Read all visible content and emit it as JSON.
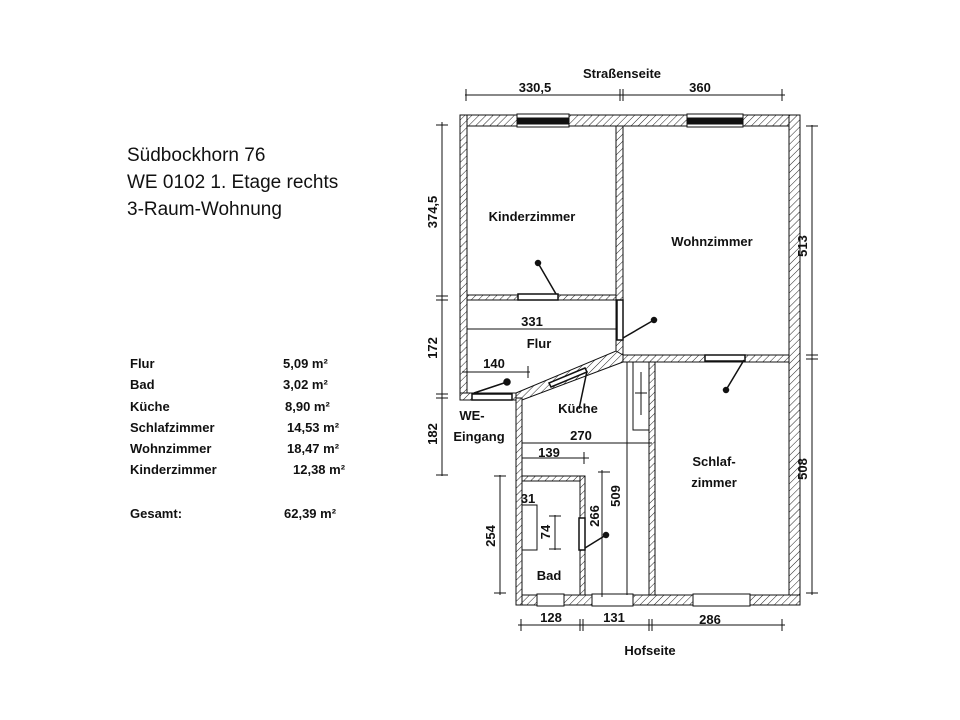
{
  "header": {
    "address": "Südbockhorn 76",
    "unit": "WE 0102  1. Etage rechts",
    "type": "3-Raum-Wohnung"
  },
  "areas": [
    {
      "room": "Flur",
      "value": "5,09 m²"
    },
    {
      "room": "Bad",
      "value": "3,02 m²"
    },
    {
      "room": "Küche",
      "value": "8,90 m²"
    },
    {
      "room": "Schlafzimmer",
      "value": "14,53 m²"
    },
    {
      "room": "Wohnzimmer",
      "value": "18,47 m²"
    },
    {
      "room": "Kinderzimmer",
      "value": "12,38 m²"
    }
  ],
  "total": {
    "label": "Gesamt:",
    "value": "62,39 m²"
  },
  "plan": {
    "street_side": "Straßenseite",
    "yard_side": "Hofseite",
    "rooms": {
      "kinderzimmer": "Kinderzimmer",
      "wohnzimmer": "Wohnzimmer",
      "flur": "Flur",
      "kueche": "Küche",
      "schlaf1": "Schlaf-",
      "schlaf2": "zimmer",
      "bad": "Bad",
      "entrance1": "WE-",
      "entrance2": "Eingang"
    },
    "dims": {
      "top_left": "330,5",
      "top_right": "360",
      "left_top": "374,5",
      "left_mid": "172",
      "left_bottom": "182",
      "right_top": "513",
      "right_bottom": "508",
      "bottom_1": "128",
      "bottom_2": "131",
      "bottom_3": "286",
      "d331": "331",
      "d140": "140",
      "d270": "270",
      "d139": "139",
      "d254": "254",
      "d266": "266",
      "d509": "509",
      "d74": "74",
      "d31": "31"
    }
  }
}
